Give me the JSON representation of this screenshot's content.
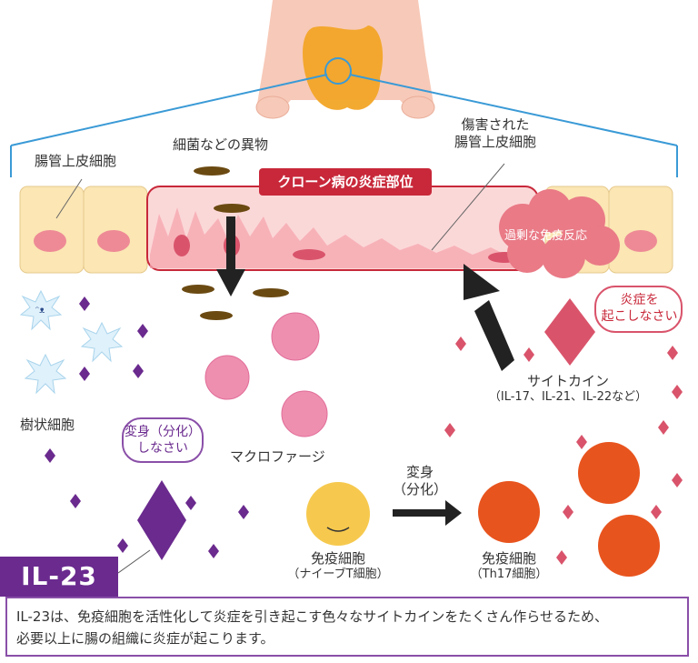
{
  "labels": {
    "intestinal_cell": "腸管上皮細胞",
    "foreign_substance": "細菌などの異物",
    "damaged_line1": "傷害された",
    "damaged_line2": "腸管上皮細胞",
    "crohn_site": "クローン病の炎症部位",
    "excessive_immune": "過剰な免疫反応",
    "inflame_line1": "炎症を",
    "inflame_line2": "起こしなさい",
    "cytokine": "サイトカイン",
    "cytokine_list": "（IL-17、IL-21、IL-22など）",
    "dendritic": "樹状細胞",
    "transform_line1": "変身（分化）",
    "transform_line2": "しなさい",
    "macrophage": "マクロファージ",
    "arrow_line1": "変身",
    "arrow_line2": "（分化）",
    "naive_line1": "免疫細胞",
    "naive_line2": "（ナイーブT細胞）",
    "th17_line1": "免疫細胞",
    "th17_line2": "（Th17細胞）"
  },
  "badge": "IL-23",
  "description": {
    "line1": "IL-23は、免疫細胞を活性化して炎症を引き起こす色々なサイトカインをたくさん作らせるため、",
    "line2": "必要以上に腸の組織に炎症が起こります。"
  },
  "colors": {
    "crohn_red": "#c8283a",
    "il23_purple": "#6a2a8e",
    "cytokine_pink": "#d9546b",
    "th17_orange": "#e8541e",
    "naive_yellow": "#f6c94e",
    "macrophage_pink": "#ef8fb0",
    "dendritic_blue": "#dff1fb",
    "cell_beige": "#fbe6b4",
    "bacteria_brown": "#6b4a12"
  }
}
